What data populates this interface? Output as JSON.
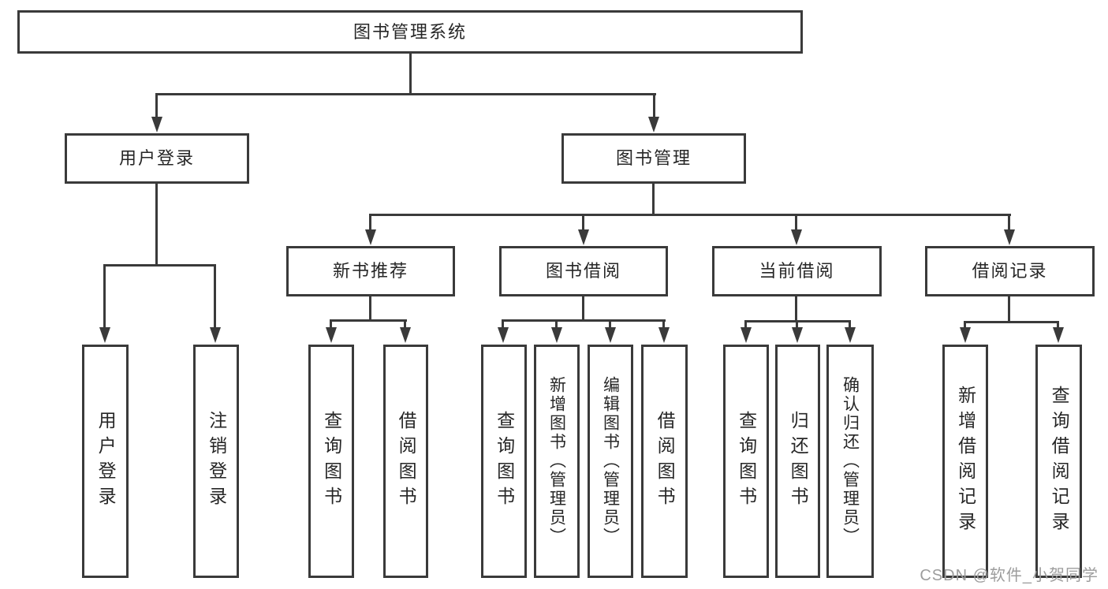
{
  "colors": {
    "line": "#3a3a3a",
    "text": "#262626",
    "watermark": "#9d9d9d",
    "background": "#ffffff"
  },
  "watermark": "CSDN @软件_小贺同学",
  "tree": {
    "label": "图书管理系统",
    "children": [
      {
        "label": "用户登录",
        "children": [
          {
            "label": "用户登录"
          },
          {
            "label": "注销登录"
          }
        ]
      },
      {
        "label": "图书管理",
        "children": [
          {
            "label": "新书推荐",
            "children": [
              {
                "label": "查询图书"
              },
              {
                "label": "借阅图书"
              }
            ]
          },
          {
            "label": "图书借阅",
            "children": [
              {
                "label": "查询图书"
              },
              {
                "label": "新增图书（管理员）"
              },
              {
                "label": "编辑图书（管理员）"
              },
              {
                "label": "借阅图书"
              }
            ]
          },
          {
            "label": "当前借阅",
            "children": [
              {
                "label": "查询图书"
              },
              {
                "label": "归还图书"
              },
              {
                "label": "确认归还（管理员）"
              }
            ]
          },
          {
            "label": "借阅记录",
            "children": [
              {
                "label": "新增借阅记录"
              },
              {
                "label": "查询借阅记录"
              }
            ]
          }
        ]
      }
    ]
  }
}
